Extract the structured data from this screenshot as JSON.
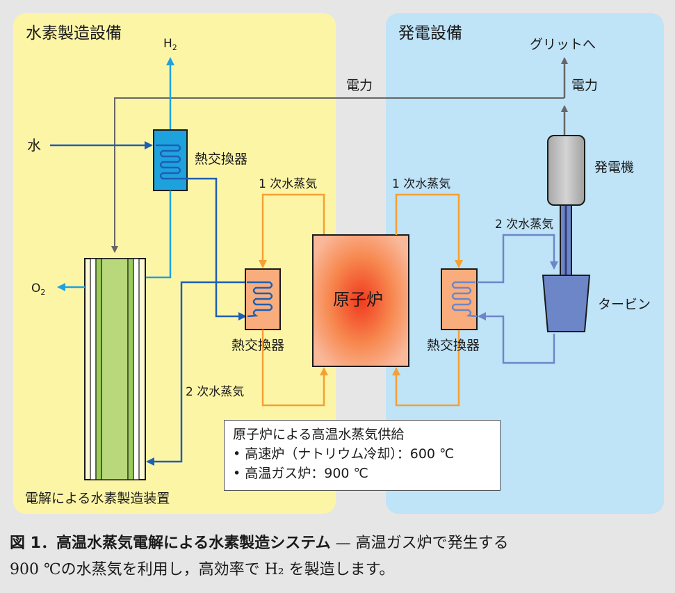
{
  "regions": {
    "left_title": "水素製造設備",
    "right_title": "発電設備"
  },
  "labels": {
    "h2_main": "H",
    "h2_sub": "2",
    "o2_main": "O",
    "o2_sub": "2",
    "water": "水",
    "power_left": "電力",
    "power_right": "電力",
    "grid": "グリットへ",
    "hx_top": "熱交換器",
    "hx_left": "熱交換器",
    "hx_right": "熱交換器",
    "primary_steam_left": "1 次水蒸気",
    "primary_steam_right": "1 次水蒸気",
    "secondary_steam_left": "2 次水蒸気",
    "secondary_steam_right": "2 次水蒸気",
    "reactor": "原子炉",
    "generator": "発電機",
    "turbine": "タービン",
    "electrolyzer": "電解による水素製造装置"
  },
  "infobox": {
    "title": "原子炉による高温水蒸気供給",
    "line1": "• 高速炉（ナトリウム冷却）：600 ℃",
    "line2": "• 高温ガス炉：900 ℃"
  },
  "caption": {
    "bold": "図 1．高温水蒸気電解による水素製造システム",
    "rest1": " — 高温ガス炉で発生する",
    "line2": "900 ℃の水蒸気を利用し，高効率で H₂ を製造します。"
  },
  "colors": {
    "left_bg": "#fdf5a6",
    "right_bg": "#bfe3f7",
    "orange": "#f5a033",
    "blue": "#1d5fb3",
    "cyan": "#1ea2de",
    "gray": "#666666"
  }
}
